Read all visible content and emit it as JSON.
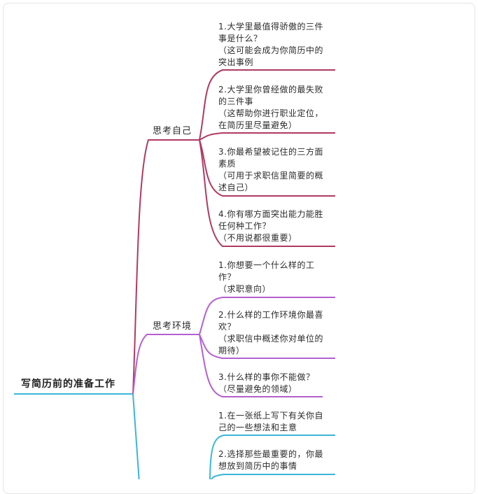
{
  "root": {
    "title": "写简历前的准备工作"
  },
  "branches": [
    {
      "label": "思考自己",
      "color": "#b03a62",
      "items": [
        {
          "text": "1.大学里最值得骄傲的三件\n事是什么？\n（这可能会成为你简历中的\n突出事例"
        },
        {
          "text": "2.大学里你曾经做的最失败\n的三件事\n（这帮助你进行职业定位，\n在简历里尽量避免）"
        },
        {
          "text": "3.你最希望被记住的三方面\n素质\n（可用于求职信里简要的概\n述自己）"
        },
        {
          "text": "4.你有哪方面突出能力能胜\n任何种工作？\n（不用说都很重要）"
        }
      ]
    },
    {
      "label": "思考环境",
      "color": "#b45fd1",
      "items": [
        {
          "text": "1.你想要一个什么样的工\n作？\n（求职意向）"
        },
        {
          "text": "2.什么样的工作环境你最喜\n欢？\n（求职信中概述你对单位的\n期待）"
        },
        {
          "text": "3.什么样的事你不能做？\n（尽量避免的领域）"
        }
      ]
    },
    {
      "label": "",
      "color": "#3bb6d9",
      "items": [
        {
          "text": "1.在一张纸上写下有关你自\n己的一些想法和主意"
        },
        {
          "text": "2.选择那些最重要的，你最\n想放到简历中的事情"
        }
      ]
    }
  ]
}
